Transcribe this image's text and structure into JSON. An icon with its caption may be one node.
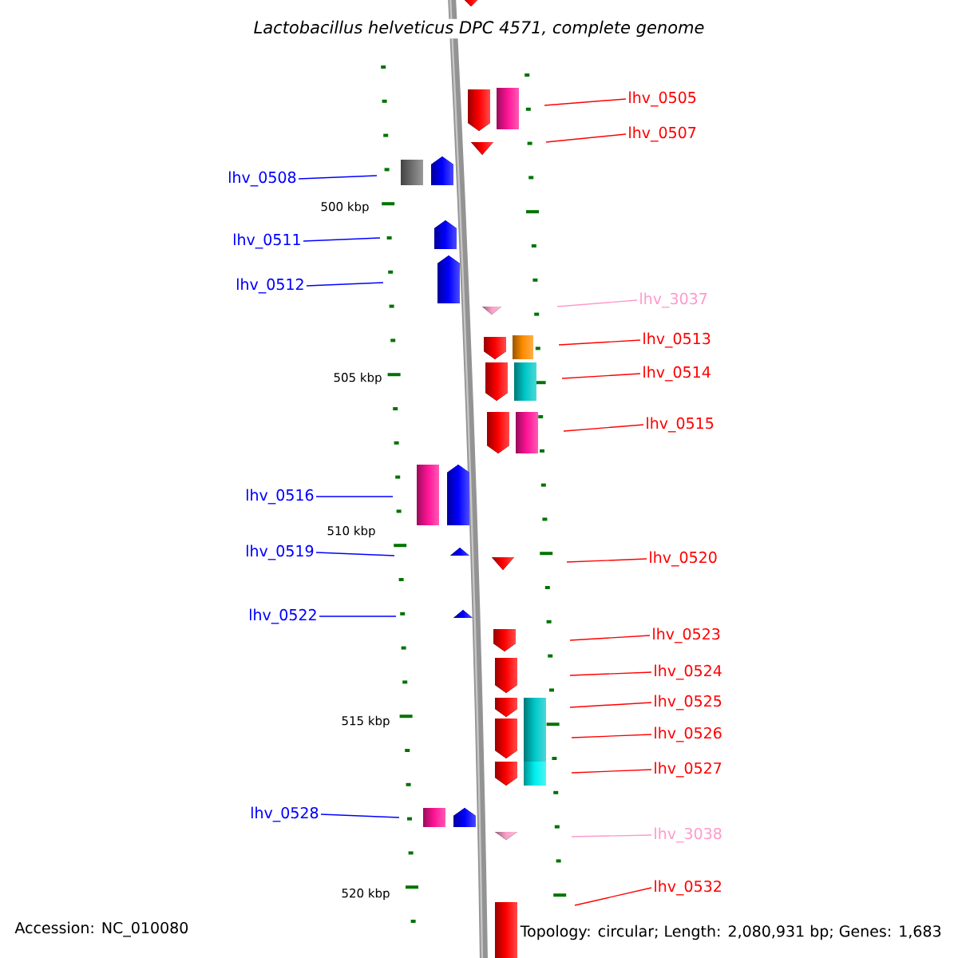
{
  "diagram": {
    "title": "*Lactobacillus helveticus* DPC 4571, complete genome",
    "nodes": [
      {
        "text": [
          "lhv_0505"
        ]
      },
      {
        "text": [
          "lhv_0507"
        ]
      },
      {
        "text": [
          "lhv_0508"
        ]
      },
      {
        "text": [
          "lhv_0511"
        ]
      },
      {
        "text": [
          "lhv_0512"
        ]
      },
      {
        "text": [
          "lhv_3037"
        ]
      },
      {
        "text": [
          "lhv_0513"
        ]
      },
      {
        "text": [
          "lhv_0514"
        ]
      },
      {
        "text": [
          "lhv_0515"
        ]
      },
      {
        "text": [
          "lhv_0516"
        ]
      },
      {
        "text": [
          "lhv_0519"
        ]
      },
      {
        "text": [
          "lhv_0520"
        ]
      },
      {
        "text": [
          "lhv_0522"
        ]
      },
      {
        "text": [
          "lhv_0523"
        ]
      },
      {
        "text": [
          "lhv_0524"
        ]
      },
      {
        "text": [
          "lhv_0525"
        ]
      },
      {
        "text": [
          "lhv_0526"
        ]
      },
      {
        "text": [
          "lhv_0527"
        ]
      },
      {
        "text": [
          "lhv_0528"
        ]
      },
      {
        "text": [
          "lhv_3038"
        ]
      },
      {
        "text": [
          "lhv_0532"
        ]
      }
    ],
    "edges": [
      {
        "from": 0,
        "to": null,
        "arrow": "none"
      },
      {
        "from": 1,
        "to": null,
        "arrow": "none"
      },
      {
        "from": 2,
        "to": null,
        "arrow": "none",
        "color": "#0000ff"
      },
      {
        "from": 3,
        "to": null,
        "arrow": "none",
        "color": "#0000ff"
      },
      {
        "from": 4,
        "to": null,
        "arrow": "none",
        "color": "#0000ff"
      },
      {
        "from": 5,
        "to": null,
        "arrow": "none",
        "color": "#ff99cc"
      },
      {
        "from": 6,
        "to": null,
        "arrow": "none"
      },
      {
        "from": 7,
        "to": null,
        "arrow": "none"
      },
      {
        "from": 8,
        "to": null,
        "arrow": "none"
      },
      {
        "from": 9,
        "to": null,
        "arrow": "none",
        "color": "#0000ff"
      },
      {
        "from": 10,
        "to": null,
        "arrow": "none",
        "color": "#0000ff"
      },
      {
        "from": 11,
        "to": null,
        "arrow": "none"
      },
      {
        "from": 12,
        "to": null,
        "arrow": "none",
        "color": "#0000ff"
      },
      {
        "from": 13,
        "to": null,
        "arrow": "none"
      },
      {
        "from": 14,
        "to": null,
        "arrow": "none"
      },
      {
        "from": 15,
        "to": null,
        "arrow": "none"
      },
      {
        "from": 16,
        "to": null,
        "arrow": "none"
      },
      {
        "from": 17,
        "to": null,
        "arrow": "none"
      },
      {
        "from": 18,
        "to": null,
        "arrow": "none",
        "color": "#0000ff"
      },
      {
        "from": 19,
        "to": null,
        "arrow": "none",
        "color": "#ff99cc"
      },
      {
        "from": 20,
        "to": null,
        "arrow": "none"
      }
    ],
    "labels": [
      "500 kbp",
      "505 kbp",
      "510 kbp",
      "515 kbp",
      "520 kbp",
      "Accession: NC_010080",
      "Topology: circular; Length: 2,080,931 bp; Genes: 1,683"
    ]
  }
}
